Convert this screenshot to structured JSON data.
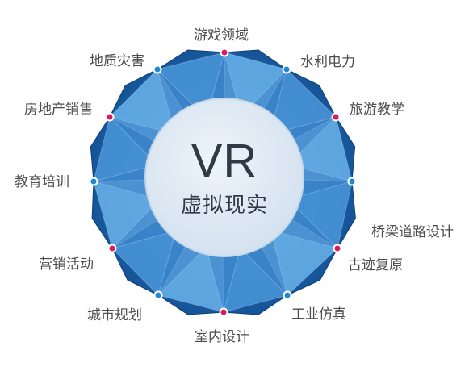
{
  "center": {
    "title": "VR",
    "subtitle": "虚拟现实"
  },
  "domains": [
    {
      "label": "游戏领域",
      "dot_color": "#d81b63"
    },
    {
      "label": "水利电力",
      "dot_color": "#1e88d2"
    },
    {
      "label": "旅游教学",
      "dot_color": "#d81b63"
    },
    {
      "label": "桥梁道路设计",
      "dot_color": "#1e88d2"
    },
    {
      "label": "古迹复原",
      "dot_color": "#d81b63"
    },
    {
      "label": "工业仿真",
      "dot_color": "#1e88d2"
    },
    {
      "label": "室内设计",
      "dot_color": "#d81b63"
    },
    {
      "label": "城市规划",
      "dot_color": "#1e88d2"
    },
    {
      "label": "营销活动",
      "dot_color": "#d81b63"
    },
    {
      "label": "教育培训",
      "dot_color": "#1e88d2"
    },
    {
      "label": "房地产销售",
      "dot_color": "#d81b63"
    },
    {
      "label": "地质灾害",
      "dot_color": "#1e88d2"
    }
  ],
  "colors": {
    "outer_dark": "#0f4f93",
    "outer_mid": "#1f74c4",
    "inner_light": "#6ab3ea",
    "inner_mid": "#4a97d8",
    "center_fill": "#dde8f2",
    "label_text": "#4d4d4d"
  }
}
